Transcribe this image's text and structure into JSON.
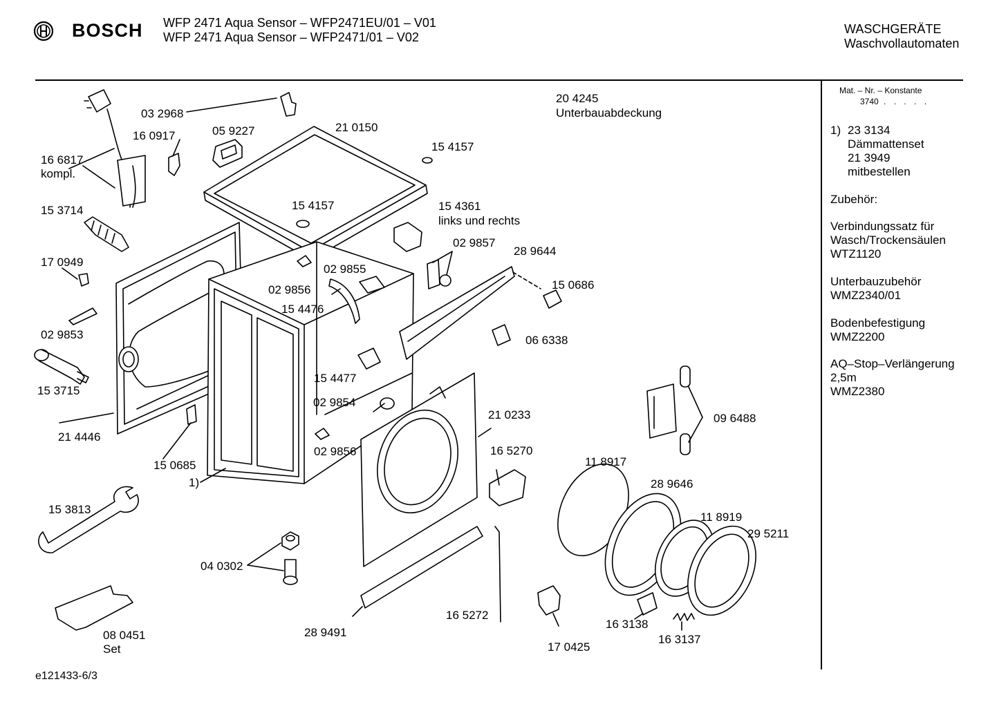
{
  "brand": {
    "name": "BOSCH"
  },
  "header": {
    "model_line_1": "WFP 2471 Aqua Sensor – WFP2471EU/01 – V01",
    "model_line_2": "WFP 2471 Aqua Sensor – WFP2471/01 – V02",
    "category_1": "WASCHGERÄTE",
    "category_2": "Waschvollautomaten"
  },
  "sidebar": {
    "mat_title": "Mat. – Nr. – Konstante",
    "mat_value": "3740",
    "note_marker": "1)",
    "note_lines": [
      "23 3134",
      "Dämmattenset",
      "21 3949",
      "mitbestellen"
    ],
    "accessories_title": "Zubehör:",
    "accessories": [
      {
        "lines": [
          "Verbindungssatz für",
          "Wasch/Trockensäulen",
          "WTZ1120"
        ]
      },
      {
        "lines": [
          "Unterbauzubehör",
          "WMZ2340/01"
        ]
      },
      {
        "lines": [
          "Bodenbefestigung",
          "WMZ2200"
        ]
      },
      {
        "lines": [
          "AQ–Stop–Verlängerung",
          "2,5m",
          "WMZ2380"
        ]
      }
    ]
  },
  "parts": [
    {
      "id": "p166817",
      "text": "16 6817"
    },
    {
      "id": "p166817b",
      "text": "kompl."
    },
    {
      "id": "p032968",
      "text": "03 2968"
    },
    {
      "id": "p160917",
      "text": "16 0917"
    },
    {
      "id": "p059227",
      "text": "05 9227"
    },
    {
      "id": "p210150",
      "text": "21 0150"
    },
    {
      "id": "p154157a",
      "text": "15 4157"
    },
    {
      "id": "p154157b",
      "text": "15 4157"
    },
    {
      "id": "p154361",
      "text": "15 4361"
    },
    {
      "id": "p154361b",
      "text": "links und rechts"
    },
    {
      "id": "p204245",
      "text": "20 4245"
    },
    {
      "id": "p204245b",
      "text": "Unterbauabdeckung"
    },
    {
      "id": "p153714",
      "text": "15 3714"
    },
    {
      "id": "p170949",
      "text": "17 0949"
    },
    {
      "id": "p029857",
      "text": "02 9857"
    },
    {
      "id": "p289644",
      "text": "28 9644"
    },
    {
      "id": "p029855",
      "text": "02 9855"
    },
    {
      "id": "p029856a",
      "text": "02 9856"
    },
    {
      "id": "p154476",
      "text": "15 4476"
    },
    {
      "id": "p150686",
      "text": "15 0686"
    },
    {
      "id": "p029853",
      "text": "02 9853"
    },
    {
      "id": "p066338",
      "text": "06 6338"
    },
    {
      "id": "p154477",
      "text": "15 4477"
    },
    {
      "id": "p153715",
      "text": "15 3715"
    },
    {
      "id": "p029854",
      "text": "02 9854"
    },
    {
      "id": "p210233",
      "text": "21 0233"
    },
    {
      "id": "p096488",
      "text": "09 6488"
    },
    {
      "id": "p214446",
      "text": "21 4446"
    },
    {
      "id": "p029856b",
      "text": "02 9856"
    },
    {
      "id": "p165270",
      "text": "16 5270"
    },
    {
      "id": "p150685",
      "text": "15 0685"
    },
    {
      "id": "p118917",
      "text": "11 8917"
    },
    {
      "id": "p1",
      "text": "1)"
    },
    {
      "id": "p289646",
      "text": "28 9646"
    },
    {
      "id": "p153813",
      "text": "15 3813"
    },
    {
      "id": "p118919",
      "text": "11 8919"
    },
    {
      "id": "p295211",
      "text": "29 5211"
    },
    {
      "id": "p040302",
      "text": "04 0302"
    },
    {
      "id": "p165272",
      "text": "16 5272"
    },
    {
      "id": "p163138",
      "text": "16 3138"
    },
    {
      "id": "p080451",
      "text": "08 0451"
    },
    {
      "id": "p080451b",
      "text": "Set"
    },
    {
      "id": "p289491",
      "text": "28 9491"
    },
    {
      "id": "p170425",
      "text": "17 0425"
    },
    {
      "id": "p163137",
      "text": "16 3137"
    }
  ],
  "footer": {
    "code": "e121433-6/3"
  }
}
